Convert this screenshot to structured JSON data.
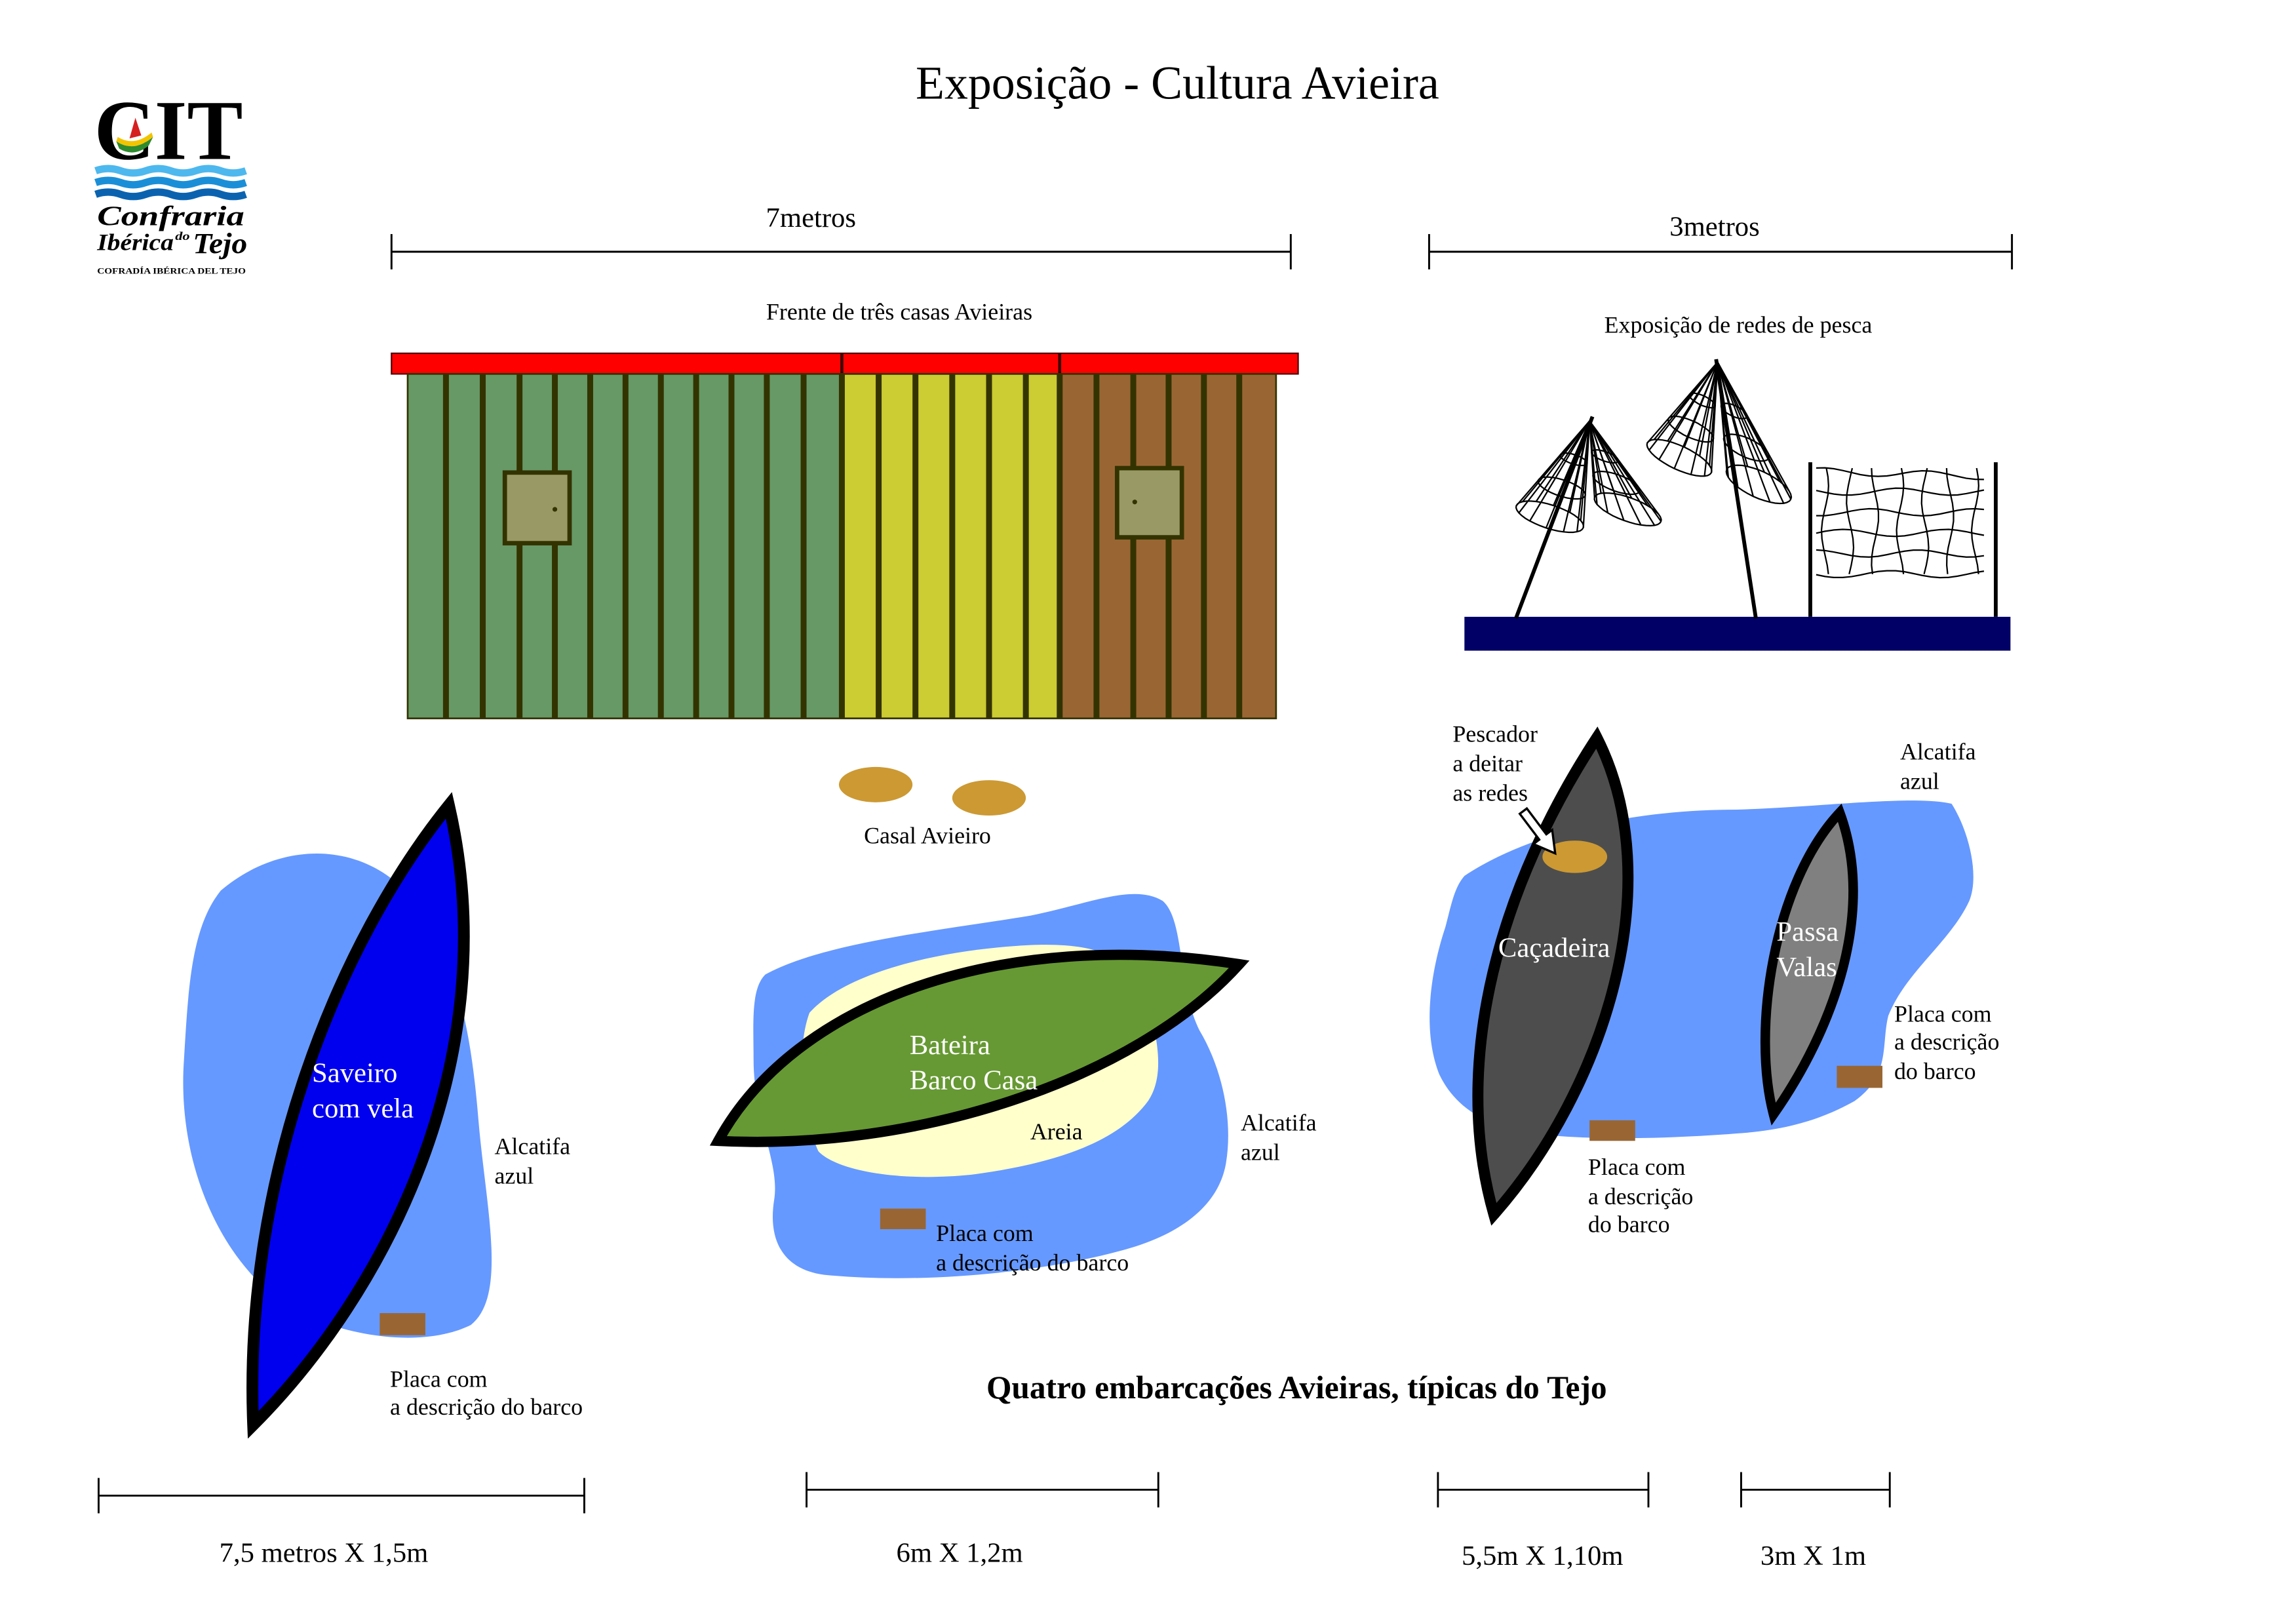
{
  "title": "Exposição - Cultura Avieira",
  "logo": {
    "letters": "CIT",
    "name_line1": "Confraria",
    "name_line2": "Ibérica",
    "name_small": "do",
    "name_line3": "Tejo",
    "tagline": "COFRADÍA IBÉRICA DEL TEJO",
    "icon": "boat-on-waves-icon"
  },
  "houses": {
    "dimension": "7metros",
    "caption": "Frente de três casas Avieiras",
    "colors": {
      "roof": "#ff0000",
      "green_house": "#669966",
      "yellow_house": "#cccc33",
      "brown_house": "#996633",
      "planks": "#333300",
      "window": "#999966"
    }
  },
  "nets": {
    "dimension": "3metros",
    "caption": "Exposição de redes de pesca",
    "base_color": "#000066"
  },
  "casal": {
    "label": "Casal Avieiro",
    "color": "#cc9933"
  },
  "boats": {
    "saveiro": {
      "name": [
        "Saveiro",
        "com vela"
      ],
      "color": "#0000ee",
      "carpet_label": [
        "Alcatifa",
        "azul"
      ],
      "plaque_label": [
        "Placa com",
        "a descrição do barco"
      ],
      "size": "7,5 metros X 1,5m"
    },
    "bateira": {
      "name": [
        "Bateira",
        "Barco Casa"
      ],
      "color": "#669933",
      "sand_label": "Areia",
      "carpet_label": [
        "Alcatifa",
        "azul"
      ],
      "plaque_label": [
        "Placa com",
        "a descrição do barco"
      ],
      "size": "6m X 1,2m"
    },
    "cacadeira": {
      "name": [
        "Caçadeira"
      ],
      "color": "#4d4d4d",
      "fisherman_label": [
        "Pescador",
        "a deitar",
        "as redes"
      ],
      "plaque_label": [
        "Placa com",
        "a descrição",
        "do barco"
      ],
      "size": "5,5m X 1,10m"
    },
    "passa_valas": {
      "name": [
        "Passa",
        "Valas"
      ],
      "color": "#808080",
      "plaque_label": [
        "Placa com",
        "a descrição",
        "do barco"
      ],
      "size": "3m X 1m"
    }
  },
  "right_carpet_label": [
    "Alcatifa",
    "azul"
  ],
  "subtitle": "Quatro embarcações Avieiras, típicas do Tejo",
  "colors": {
    "carpet": "#6699ff",
    "sand": "#ffffcc",
    "plaque": "#996633",
    "outline": "#000000",
    "boat_text": "#ffffff"
  }
}
